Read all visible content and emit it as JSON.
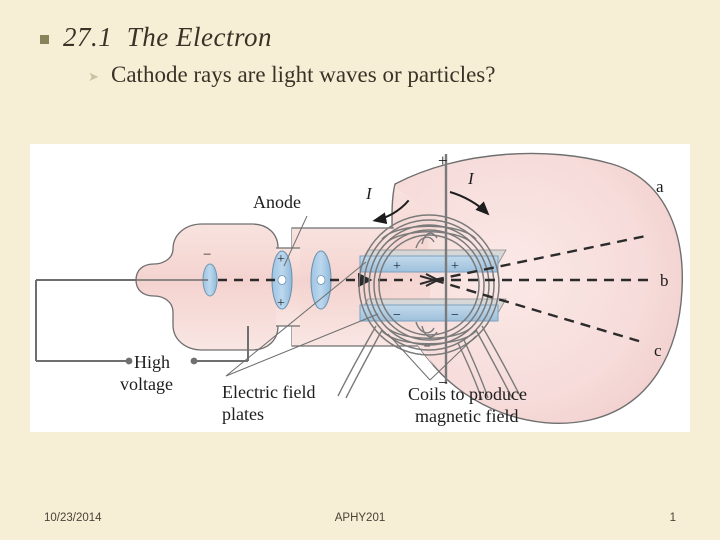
{
  "slide": {
    "background_color": "#f7eed6",
    "title": "27.1  The Electron",
    "subtitle": "Cathode rays are light waves or particles?",
    "title_bullet_icon": "square-bullet-icon",
    "sub_bullet_icon": "arrow-bullet-icon"
  },
  "figure": {
    "panel_color": "#ffffff",
    "tube_fill": "#f6dcd8",
    "plate_fill": "#a8cbe4",
    "outline_color": "#6b6b6b",
    "labels": {
      "anode": "Anode",
      "high_voltage_line1": "High",
      "high_voltage_line2": "voltage",
      "electric_field_plates_line1": "Electric field",
      "electric_field_plates_line2": "plates",
      "coils_line1": "Coils to produce",
      "coils_line2": "magnetic field",
      "current_left": "I",
      "current_right": "I",
      "coil_terminal_top": "+",
      "coil_terminal_bottom": "−",
      "cathode_sign": "−",
      "anode_sign_top": "+",
      "anode_sign_bottom": "+",
      "plate_top_left_sign": "+",
      "plate_top_right_sign": "+",
      "plate_bottom_left_sign": "−",
      "plate_bottom_right_sign": "−",
      "screen_point_a": "a",
      "screen_point_b": "b",
      "screen_point_c": "c"
    }
  },
  "footer": {
    "date": "10/23/2014",
    "course": "APHY201",
    "page_number": "1"
  }
}
